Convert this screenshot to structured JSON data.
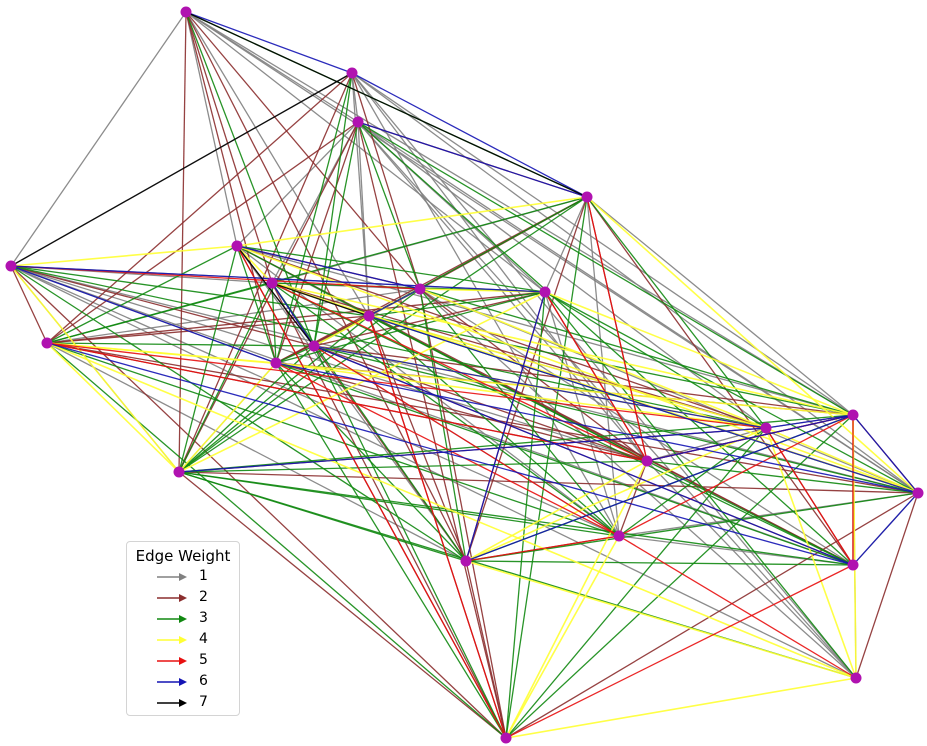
{
  "legend": {
    "title": "Edge Weight",
    "items": [
      {
        "label": "1",
        "weight": 1,
        "color": "#808080"
      },
      {
        "label": "2",
        "weight": 2,
        "color": "#8b2e2e"
      },
      {
        "label": "3",
        "weight": 3,
        "color": "#118811"
      },
      {
        "label": "4",
        "weight": 4,
        "color": "#ffff33"
      },
      {
        "label": "5",
        "weight": 5,
        "color": "#e81010"
      },
      {
        "label": "6",
        "weight": 6,
        "color": "#1414b4"
      },
      {
        "label": "7",
        "weight": 7,
        "color": "#000000"
      }
    ]
  },
  "node_color": "#b012b0",
  "edges_by_weight": {
    "1": [
      [
        0,
        2
      ],
      [
        0,
        3
      ],
      [
        0,
        5
      ],
      [
        0,
        9
      ],
      [
        0,
        11
      ],
      [
        0,
        19
      ],
      [
        0,
        20
      ],
      [
        1,
        2
      ],
      [
        1,
        3
      ],
      [
        1,
        11
      ],
      [
        1,
        16
      ],
      [
        1,
        17
      ],
      [
        1,
        19
      ],
      [
        1,
        20
      ],
      [
        1,
        22
      ],
      [
        2,
        5
      ],
      [
        2,
        7
      ],
      [
        2,
        9
      ],
      [
        2,
        11
      ],
      [
        2,
        17
      ],
      [
        2,
        18
      ],
      [
        2,
        20
      ],
      [
        2,
        22
      ],
      [
        3,
        7
      ],
      [
        3,
        9
      ],
      [
        3,
        10
      ],
      [
        3,
        13
      ],
      [
        3,
        16
      ],
      [
        3,
        17
      ],
      [
        3,
        20
      ],
      [
        3,
        21
      ],
      [
        3,
        22
      ],
      [
        4,
        7
      ],
      [
        4,
        9
      ],
      [
        4,
        11
      ],
      [
        4,
        16
      ],
      [
        4,
        19
      ],
      [
        5,
        11
      ],
      [
        5,
        12
      ],
      [
        5,
        14
      ],
      [
        5,
        16
      ],
      [
        5,
        19
      ],
      [
        6,
        8
      ],
      [
        6,
        14
      ],
      [
        7,
        8
      ],
      [
        7,
        11
      ],
      [
        8,
        20
      ],
      [
        8,
        21
      ],
      [
        8,
        22
      ],
      [
        9,
        16
      ],
      [
        10,
        13
      ],
      [
        11,
        18
      ],
      [
        12,
        16
      ],
      [
        16,
        20
      ],
      [
        16,
        21
      ],
      [
        17,
        18
      ],
      [
        17,
        22
      ],
      [
        18,
        19
      ],
      [
        19,
        22
      ],
      [
        20,
        21
      ]
    ],
    "2": [
      [
        0,
        7
      ],
      [
        0,
        8
      ],
      [
        0,
        10
      ],
      [
        0,
        13
      ],
      [
        0,
        14
      ],
      [
        1,
        6
      ],
      [
        1,
        8
      ],
      [
        1,
        10
      ],
      [
        2,
        4
      ],
      [
        2,
        6
      ],
      [
        2,
        10
      ],
      [
        2,
        13
      ],
      [
        2,
        15
      ],
      [
        3,
        6
      ],
      [
        3,
        12
      ],
      [
        3,
        15
      ],
      [
        4,
        8
      ],
      [
        4,
        13
      ],
      [
        4,
        14
      ],
      [
        4,
        17
      ],
      [
        4,
        21
      ],
      [
        5,
        8
      ],
      [
        5,
        15
      ],
      [
        5,
        18
      ],
      [
        5,
        21
      ],
      [
        6,
        9
      ],
      [
        6,
        11
      ],
      [
        6,
        17
      ],
      [
        6,
        20
      ],
      [
        7,
        12
      ],
      [
        7,
        15
      ],
      [
        7,
        18
      ],
      [
        8,
        13
      ],
      [
        8,
        15
      ],
      [
        8,
        17
      ],
      [
        9,
        12
      ],
      [
        9,
        14
      ],
      [
        9,
        17
      ],
      [
        10,
        15
      ],
      [
        10,
        18
      ],
      [
        10,
        20
      ],
      [
        11,
        12
      ],
      [
        11,
        13
      ],
      [
        11,
        14
      ],
      [
        11,
        15
      ],
      [
        11,
        21
      ],
      [
        12,
        14
      ],
      [
        12,
        17
      ],
      [
        12,
        19
      ],
      [
        12,
        21
      ],
      [
        13,
        17
      ],
      [
        13,
        19
      ],
      [
        14,
        15
      ],
      [
        14,
        16
      ],
      [
        15,
        20
      ],
      [
        16,
        17
      ],
      [
        17,
        19
      ],
      [
        18,
        21
      ],
      [
        19,
        20
      ],
      [
        19,
        21
      ],
      [
        20,
        22
      ]
    ],
    "3": [
      [
        0,
        4
      ],
      [
        0,
        12
      ],
      [
        1,
        12
      ],
      [
        1,
        13
      ],
      [
        2,
        8
      ],
      [
        2,
        12
      ],
      [
        2,
        19
      ],
      [
        2,
        21
      ],
      [
        3,
        11
      ],
      [
        3,
        14
      ],
      [
        3,
        18
      ],
      [
        4,
        6
      ],
      [
        4,
        10
      ],
      [
        4,
        12
      ],
      [
        4,
        15
      ],
      [
        4,
        18
      ],
      [
        5,
        6
      ],
      [
        5,
        9
      ],
      [
        5,
        10
      ],
      [
        5,
        13
      ],
      [
        5,
        17
      ],
      [
        6,
        7
      ],
      [
        6,
        12
      ],
      [
        6,
        15
      ],
      [
        6,
        16
      ],
      [
        7,
        9
      ],
      [
        7,
        10
      ],
      [
        7,
        13
      ],
      [
        7,
        14
      ],
      [
        7,
        16
      ],
      [
        7,
        21
      ],
      [
        8,
        10
      ],
      [
        8,
        14
      ],
      [
        8,
        16
      ],
      [
        8,
        19
      ],
      [
        9,
        11
      ],
      [
        9,
        13
      ],
      [
        9,
        15
      ],
      [
        9,
        18
      ],
      [
        9,
        20
      ],
      [
        9,
        22
      ],
      [
        10,
        11
      ],
      [
        10,
        12
      ],
      [
        10,
        14
      ],
      [
        10,
        16
      ],
      [
        10,
        17
      ],
      [
        10,
        19
      ],
      [
        10,
        21
      ],
      [
        10,
        22
      ],
      [
        11,
        16
      ],
      [
        11,
        17
      ],
      [
        11,
        19
      ],
      [
        11,
        20
      ],
      [
        12,
        13
      ],
      [
        12,
        15
      ],
      [
        12,
        20
      ],
      [
        13,
        14
      ],
      [
        13,
        15
      ],
      [
        13,
        21
      ],
      [
        14,
        19
      ],
      [
        14,
        20
      ],
      [
        14,
        21
      ],
      [
        15,
        18
      ],
      [
        15,
        19
      ],
      [
        16,
        18
      ],
      [
        17,
        20
      ],
      [
        17,
        21
      ]
    ],
    "4": [
      [
        3,
        5
      ],
      [
        3,
        10
      ],
      [
        4,
        5
      ],
      [
        4,
        20
      ],
      [
        5,
        7
      ],
      [
        5,
        20
      ],
      [
        6,
        10
      ],
      [
        6,
        13
      ],
      [
        6,
        19
      ],
      [
        6,
        22
      ],
      [
        7,
        19
      ],
      [
        7,
        20
      ],
      [
        8,
        9
      ],
      [
        8,
        12
      ],
      [
        8,
        18
      ],
      [
        9,
        10
      ],
      [
        9,
        19
      ],
      [
        10,
        13
      ],
      [
        11,
        18
      ],
      [
        12,
        18
      ],
      [
        13,
        18
      ],
      [
        14,
        17
      ],
      [
        14,
        18
      ],
      [
        14,
        22
      ],
      [
        15,
        16
      ],
      [
        15,
        17
      ],
      [
        15,
        22
      ],
      [
        18,
        20
      ],
      [
        18,
        22
      ],
      [
        19,
        22
      ]
    ],
    "5": [
      [
        3,
        8
      ],
      [
        4,
        17
      ],
      [
        5,
        15
      ],
      [
        6,
        17
      ],
      [
        6,
        18
      ],
      [
        7,
        17
      ],
      [
        9,
        17
      ],
      [
        11,
        15
      ],
      [
        12,
        16
      ],
      [
        13,
        16
      ],
      [
        14,
        16
      ],
      [
        15,
        21
      ],
      [
        16,
        19
      ],
      [
        16,
        22
      ],
      [
        17,
        19
      ],
      [
        18,
        21
      ],
      [
        19,
        21
      ]
    ],
    "6": [
      [
        0,
        1
      ],
      [
        1,
        4
      ],
      [
        2,
        4
      ],
      [
        3,
        9
      ],
      [
        3,
        13
      ],
      [
        5,
        8
      ],
      [
        6,
        21
      ],
      [
        7,
        12
      ],
      [
        8,
        11
      ],
      [
        9,
        14
      ],
      [
        10,
        18
      ],
      [
        11,
        20
      ],
      [
        12,
        18
      ],
      [
        12,
        21
      ],
      [
        13,
        20
      ],
      [
        14,
        19
      ],
      [
        17,
        19
      ],
      [
        18,
        19
      ],
      [
        19,
        20
      ],
      [
        20,
        21
      ]
    ],
    "7": [
      [
        0,
        4
      ],
      [
        1,
        3
      ],
      [
        5,
        12
      ],
      [
        7,
        11
      ]
    ]
  }
}
